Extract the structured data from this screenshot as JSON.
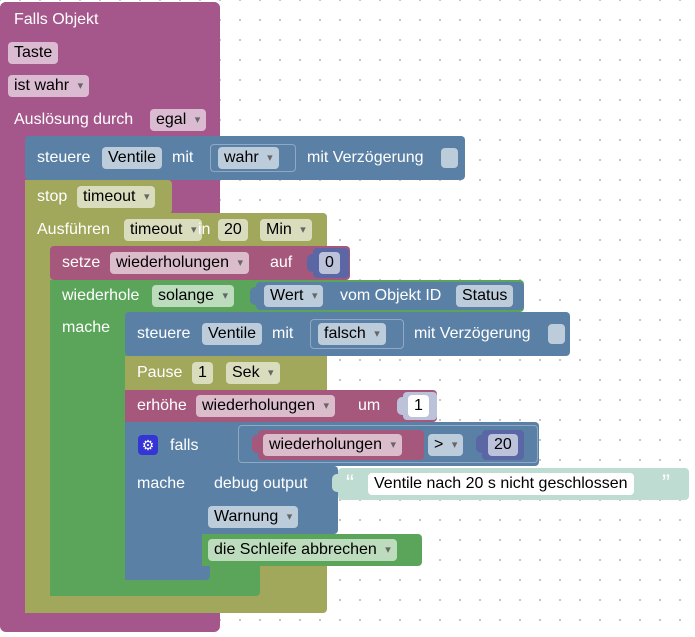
{
  "event_block": {
    "title": "Falls Objekt",
    "object_field": "Taste",
    "condition_field": "ist wahr",
    "trigger_label": "Auslösung durch",
    "trigger_field": "egal"
  },
  "control_1": {
    "label": "steuere",
    "object_field": "Ventile",
    "with_label": "mit",
    "value_field": "wahr",
    "delay_label": "mit Verzögerung"
  },
  "stop": {
    "label": "stop",
    "timer_field": "timeout"
  },
  "execute": {
    "label": "Ausführen",
    "timer_field": "timeout",
    "in_label": "in",
    "duration": "20",
    "unit_field": "Min"
  },
  "set_var": {
    "label": "setze",
    "var_field": "wiederholungen",
    "to_label": "auf",
    "value": "0"
  },
  "loop": {
    "label": "wiederhole",
    "mode_field": "solange",
    "do_label": "mache",
    "value_field": "Wert",
    "from_label": "vom Objekt ID",
    "object_field": "Status"
  },
  "control_2": {
    "label": "steuere",
    "object_field": "Ventile",
    "with_label": "mit",
    "value_field": "falsch",
    "delay_label": "mit Verzögerung"
  },
  "pause": {
    "label": "Pause",
    "duration": "1",
    "unit_field": "Sek"
  },
  "increment": {
    "label": "erhöhe",
    "var_field": "wiederholungen",
    "by_label": "um",
    "value": "1"
  },
  "if_block": {
    "label": "falls",
    "do_label": "mache",
    "var_field": "wiederholungen",
    "operator_field": ">",
    "compare_value": "20"
  },
  "debug": {
    "label": "debug output",
    "message": "Ventile nach 20 s nicht geschlossen",
    "quote_open": "“",
    "quote_close": "”",
    "level_field": "Warnung"
  },
  "break_loop": {
    "label": "die Schleife abbrechen"
  }
}
